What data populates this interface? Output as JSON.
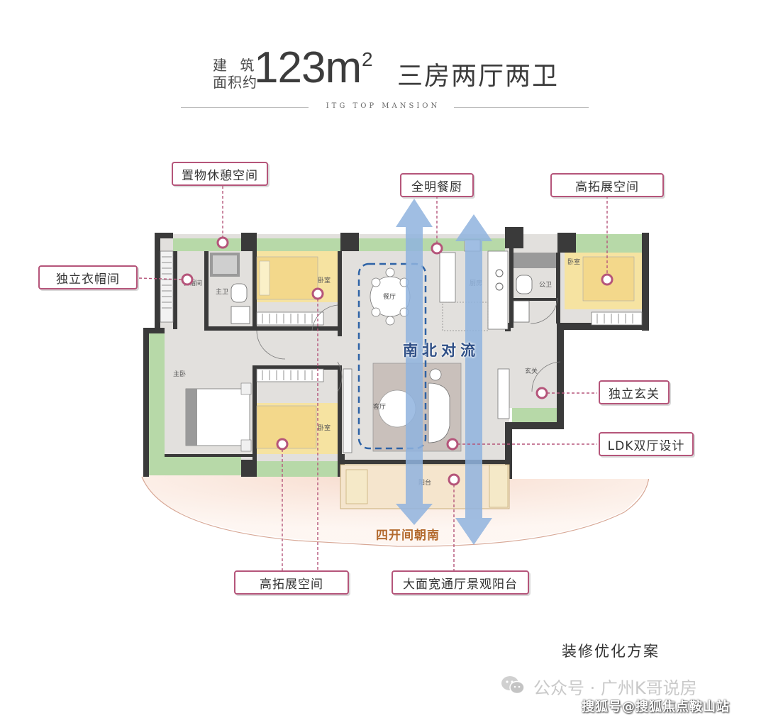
{
  "header": {
    "label_line1": "建 筑",
    "label_line2": "面积约",
    "area_value": "123m",
    "area_sup": "2",
    "layout": "三房两厅两卫",
    "brand": "ITG TOP MANSION"
  },
  "callouts": {
    "storage_rest": "置物休憩空间",
    "cloakroom": "独立衣帽间",
    "bright_kitchen": "全明餐厨",
    "expand_top": "高拓展空间",
    "foyer": "独立玄关",
    "ldk": "LDK双厅设计",
    "expand_bottom": "高拓展空间",
    "balcony": "大面宽通厅景观阳台"
  },
  "rooms": {
    "cloak": "衣帽间",
    "master_bath": "主卫",
    "bedroom_top": "卧室",
    "dining": "餐厅",
    "kitchen": "厨房",
    "public_bath": "公卫",
    "bedroom_right": "卧室",
    "master_bedroom": "主卧",
    "bedroom_bottom": "卧室",
    "living": "客厅",
    "entrance": "玄关",
    "balcony": "阳台"
  },
  "overlays": {
    "ventilation": "南北对流",
    "south_facing": "四开间朝南"
  },
  "footer": {
    "plan_name": "装修优化方案",
    "watermark": "公众号 · 广州K哥说房",
    "source": "搜狐号@搜狐焦点鞍山站"
  },
  "colors": {
    "accent": "#b5557a",
    "arrow": "#8fb3de",
    "bedroom": "#f6e3a1",
    "balcony": "#b7d9a8",
    "wall": "#3a3a3a",
    "floor": "#e2e0dd"
  }
}
